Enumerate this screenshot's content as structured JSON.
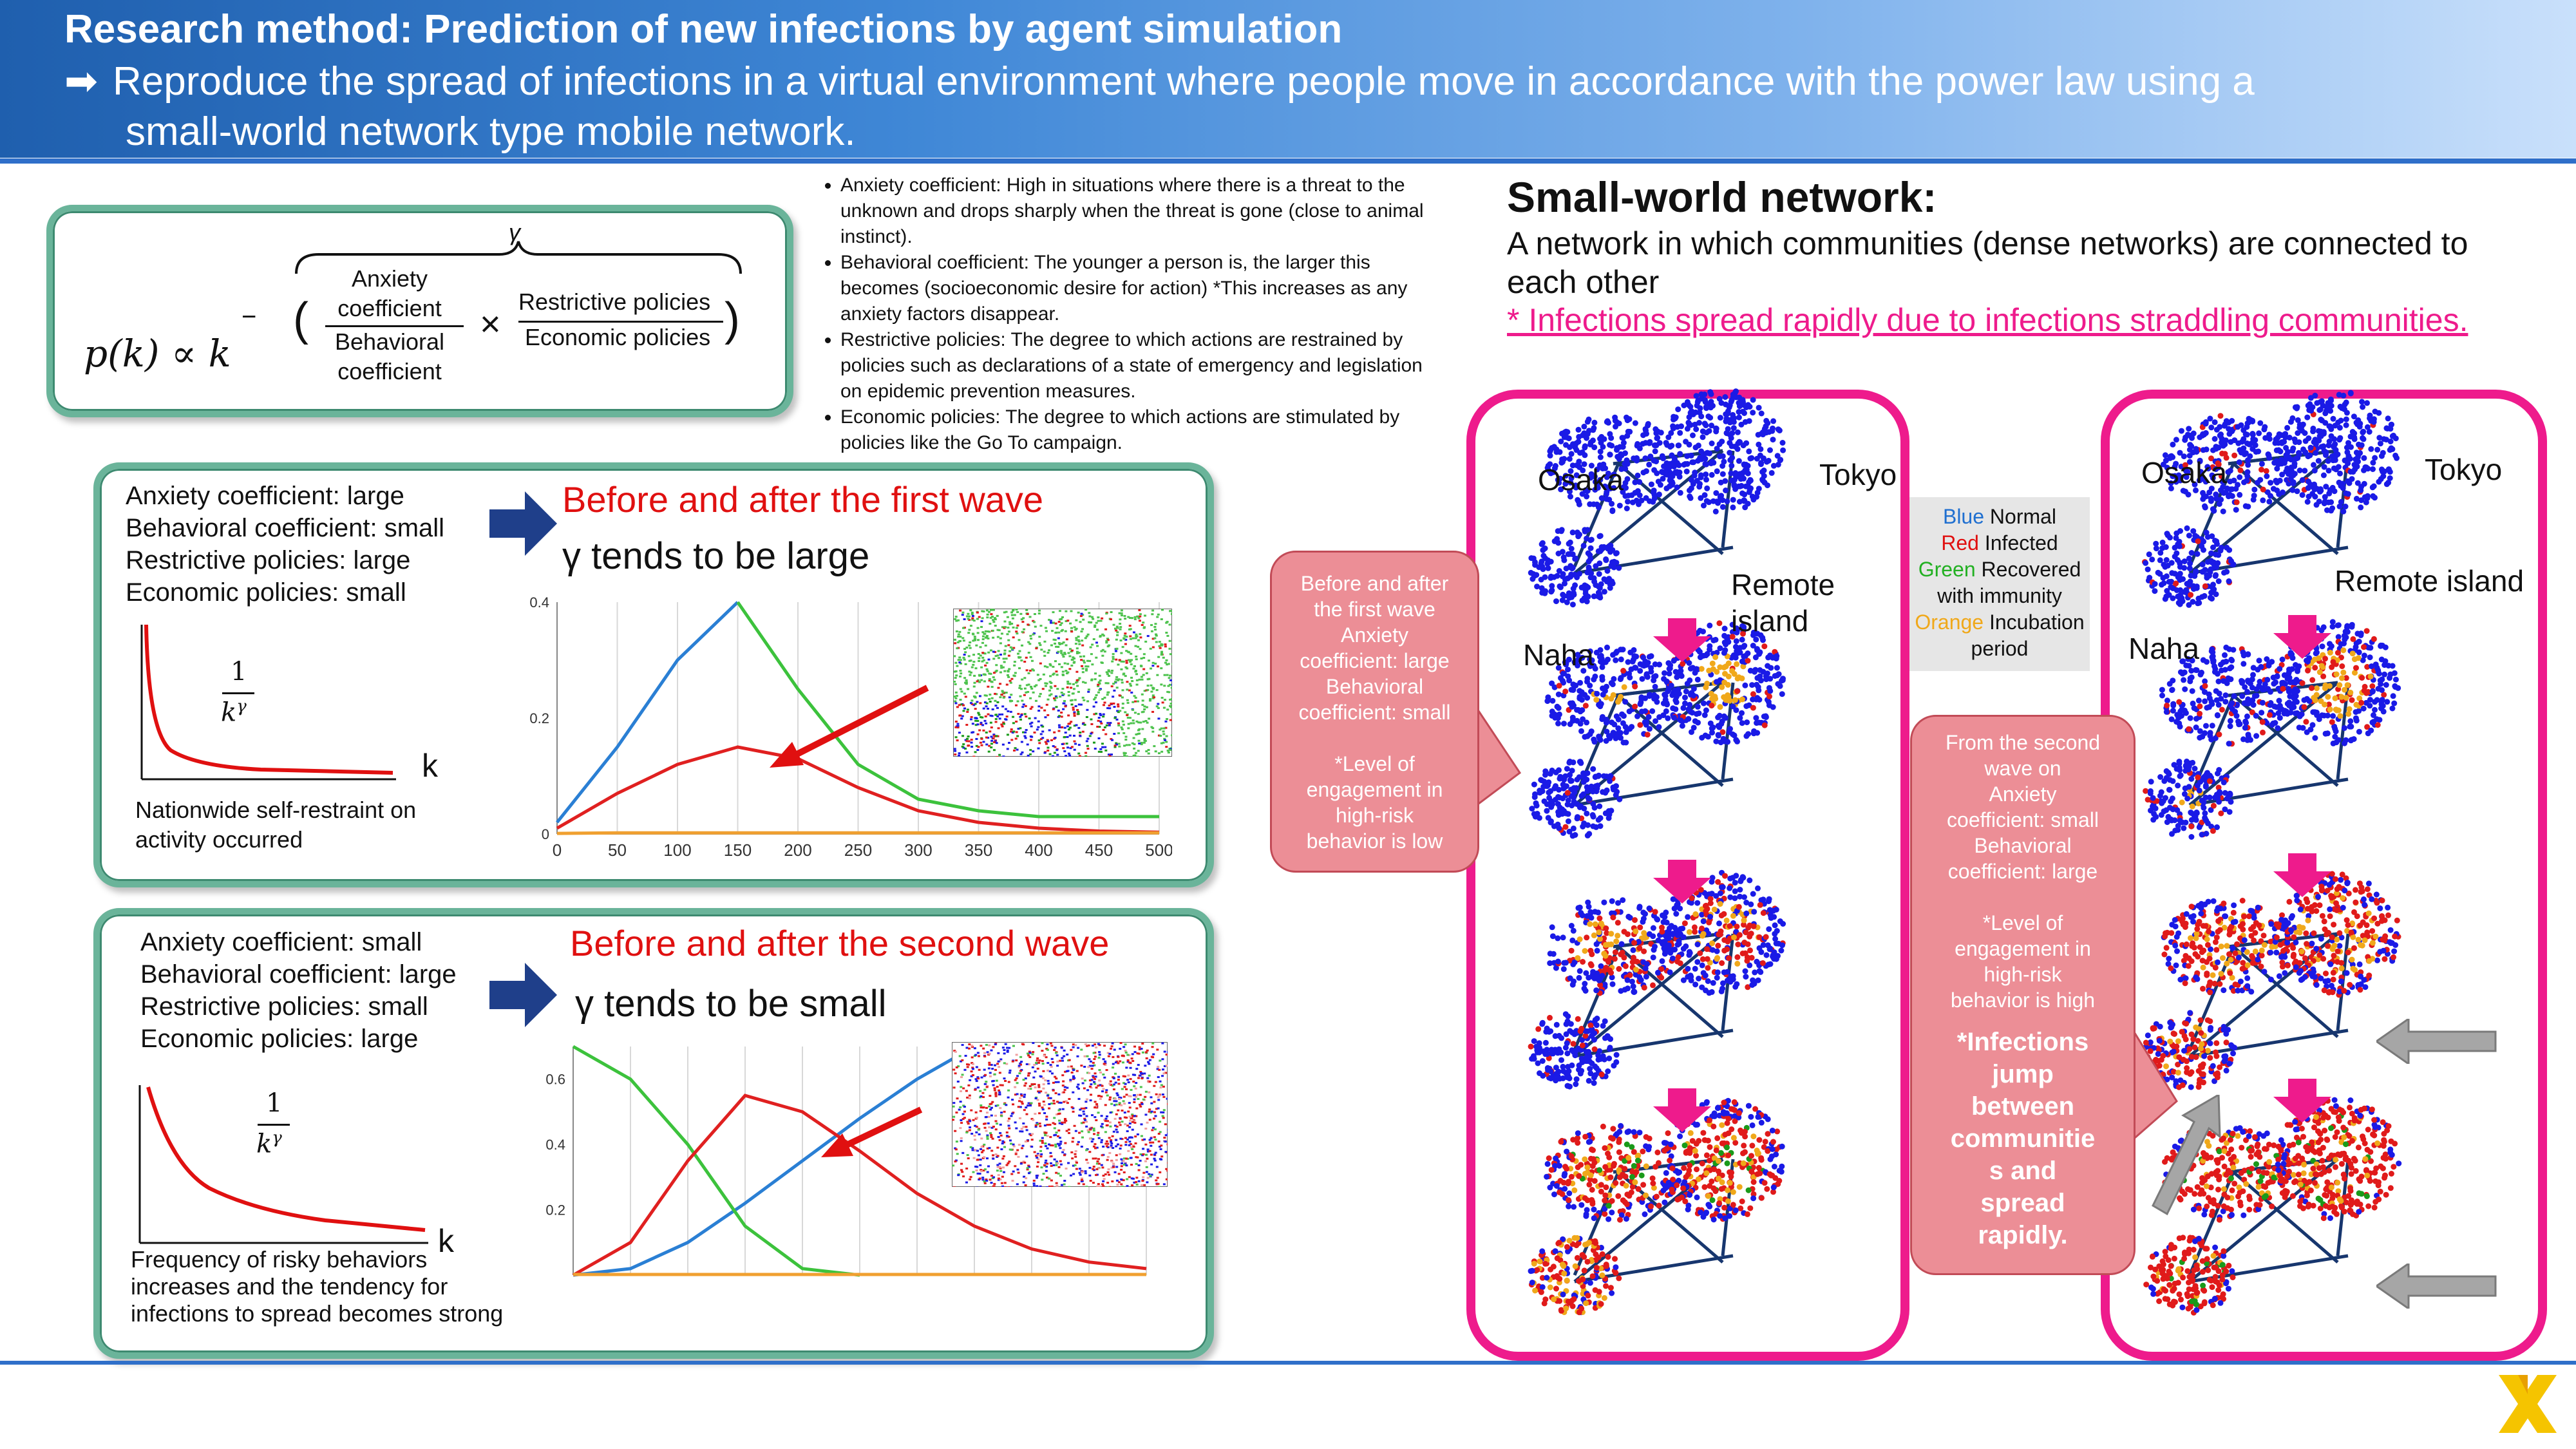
{
  "header": {
    "title": "Research method: Prediction of new infections by agent simulation",
    "subtitle_line1": "Reproduce the spread of infections in a virtual environment where people move in accordance with the power law using a",
    "subtitle_line2": "small-world network type mobile network."
  },
  "formula": {
    "lhs": "p(k) ∝ k",
    "minus": "−",
    "gamma": "γ",
    "num1_line1": "Anxiety",
    "num1_line2": "coefficient",
    "den1_line1": "Behavioral",
    "den1_line2": "coefficient",
    "times": "×",
    "num2": "Restrictive policies",
    "den2": "Economic policies"
  },
  "bullets": [
    "Anxiety coefficient: High in situations where there is a threat to the unknown and drops sharply when the threat is gone (close to animal instinct).",
    "Behavioral coefficient: The younger a person is, the larger this becomes (socioeconomic desire for action) *This increases as any anxiety factors disappear.",
    "Restrictive policies: The degree to which actions are restrained by policies such as declarations of a state of emergency and legislation on epidemic prevention measures.",
    "Economic policies: The degree to which actions are stimulated by policies like the Go To campaign."
  ],
  "panel1": {
    "conditions": [
      "Anxiety coefficient: large",
      "Behavioral coefficient: small",
      "Restrictive policies: large",
      "Economic policies: small"
    ],
    "title": "Before and after the first wave",
    "gamma_text": "γ tends to be large",
    "curve_label_num": "1",
    "curve_label_den": "k",
    "curve_label_exp": "γ",
    "axis_k": "k",
    "note_line1": "Nationwide self-restraint on",
    "note_line2": "activity occurred"
  },
  "panel2": {
    "conditions": [
      "Anxiety coefficient: small",
      "Behavioral coefficient: large",
      "Restrictive policies: small",
      "Economic policies: large"
    ],
    "title": "Before and after the second wave",
    "gamma_text": "γ tends to be small",
    "curve_label_num": "1",
    "curve_label_den": "k",
    "curve_label_exp": "γ",
    "axis_k": "k",
    "note_line1": "Frequency of risky behaviors",
    "note_line2": "increases and the tendency for",
    "note_line3": "infections to spread becomes strong"
  },
  "chart_data": [
    {
      "type": "line",
      "x": [
        0,
        50,
        100,
        150,
        200,
        250,
        300,
        350,
        400,
        450,
        500
      ],
      "xticks": [
        "0",
        "50",
        "100",
        "150",
        "200",
        "250",
        "300",
        "350",
        "400",
        "450",
        "500"
      ],
      "yticks": [
        "0",
        "0.2",
        "0.4"
      ],
      "ylim": [
        0,
        0.4
      ],
      "xlim": [
        0,
        500
      ],
      "grid": true,
      "series": [
        {
          "color": "#2a7fd4",
          "values": [
            0.02,
            0.15,
            0.3,
            0.42,
            null,
            null,
            null,
            null,
            null,
            null,
            null
          ]
        },
        {
          "color": "#3cc23c",
          "values": [
            null,
            null,
            null,
            0.41,
            0.25,
            0.12,
            0.06,
            0.04,
            0.03,
            0.03,
            0.03
          ]
        },
        {
          "color": "#e02020",
          "values": [
            0.01,
            0.07,
            0.12,
            0.15,
            0.13,
            0.08,
            0.04,
            0.02,
            0.01,
            0.005,
            0.003
          ]
        },
        {
          "color": "#f0a030",
          "values": [
            0.001,
            0.002,
            0.002,
            0.002,
            0.002,
            0.002,
            0.002,
            0.002,
            0.002,
            0.002,
            0.002
          ]
        }
      ]
    },
    {
      "type": "line",
      "x": [
        0,
        50,
        100,
        150,
        200,
        250,
        300,
        350,
        400,
        450,
        500
      ],
      "yticks": [
        "0.6",
        "0.4",
        "0.2"
      ],
      "ylim": [
        0,
        0.7
      ],
      "xlim": [
        0,
        500
      ],
      "grid": true,
      "series": [
        {
          "color": "#2a7fd4",
          "values": [
            0.0,
            0.02,
            0.1,
            0.22,
            0.35,
            0.48,
            0.6,
            0.7,
            null,
            null,
            null
          ]
        },
        {
          "color": "#3cc23c",
          "values": [
            0.75,
            0.6,
            0.4,
            0.15,
            0.02,
            0.0,
            null,
            null,
            null,
            null,
            null
          ]
        },
        {
          "color": "#e02020",
          "values": [
            0.0,
            0.1,
            0.35,
            0.55,
            0.5,
            0.38,
            0.25,
            0.15,
            0.08,
            0.04,
            0.02
          ]
        },
        {
          "color": "#f0a030",
          "values": [
            0.002,
            0.002,
            0.002,
            0.002,
            0.002,
            0.002,
            0.002,
            0.002,
            0.002,
            0.002,
            0.002
          ]
        }
      ]
    }
  ],
  "smallworld": {
    "title": "Small-world network:",
    "desc_line1": "A network in which communities (dense networks) are connected to",
    "desc_line2": "each other",
    "emph": "* Infections spread rapidly due to infections straddling communities."
  },
  "legend": {
    "blue": "Blue",
    "blue_txt": " Normal",
    "red": "Red",
    "red_txt": " Infected",
    "green": "Green",
    "green_txt": " Recovered",
    "green_txt2": "with immunity",
    "orange": "Orange",
    "orange_txt": " Incubation",
    "orange_txt2": "period"
  },
  "cities": {
    "osaka": "Osaka",
    "tokyo": "Tokyo",
    "remote": "Remote",
    "island": "island",
    "remote_island": "Remote island",
    "naha": "Naha"
  },
  "callout1": {
    "lines": [
      "Before and after",
      "the first wave",
      "Anxiety",
      "coefficient: large",
      "Behavioral",
      "coefficient: small",
      "",
      "*Level of",
      "engagement in",
      "high-risk",
      "behavior is low"
    ]
  },
  "callout2": {
    "lines": [
      "From the second",
      "wave on",
      "Anxiety",
      "coefficient: small",
      "Behavioral",
      "coefficient: large",
      "",
      "*Level of",
      "engagement in",
      "high-risk",
      "behavior is high"
    ],
    "bold_lines": [
      "*Infections",
      "jump",
      "between",
      "communitie",
      "s and",
      "spread",
      "rapidly."
    ]
  },
  "colors": {
    "normal": "#1a1ae6",
    "infected": "#e01a1a",
    "recovered": "#1a9a1a",
    "incubation": "#f0a81a",
    "accent_pink": "#ee1b8c",
    "frame_green": "#6ab49a"
  }
}
